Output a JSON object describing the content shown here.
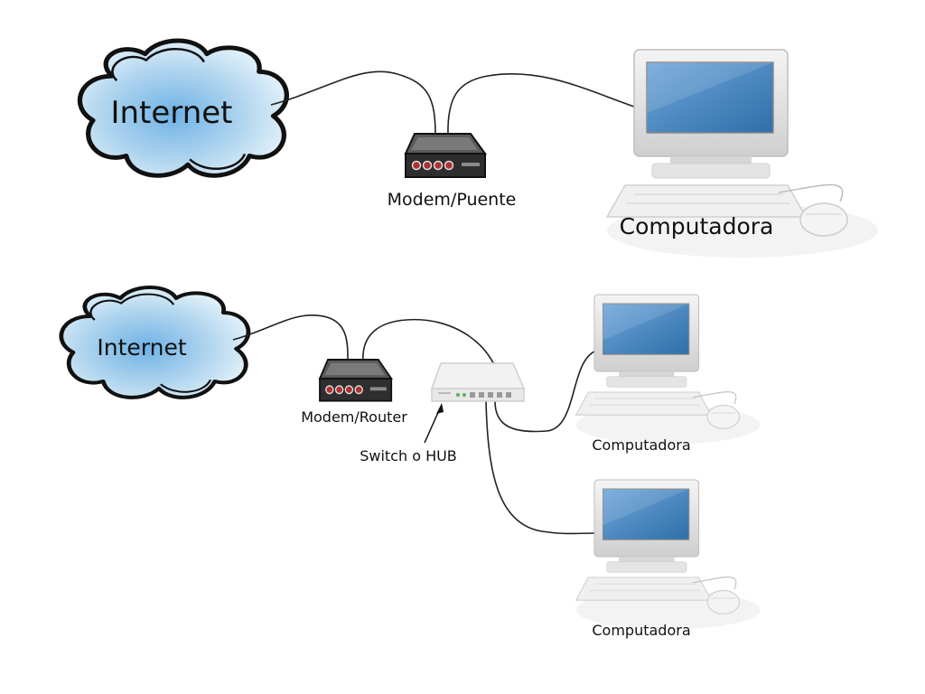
{
  "colors": {
    "cloud_fill": "#aed4ee",
    "cloud_highlight": "#e8f4fc",
    "modem_body": "#3a3a3a",
    "screen": "#4a88c6",
    "computer_case": "#e2e2e2"
  },
  "top": {
    "internet_label": "Internet",
    "modem_label": "Modem/Puente",
    "computer_label": "Computadora"
  },
  "bottom": {
    "internet_label": "Internet",
    "modem_label": "Modem/Router",
    "switch_label": "Switch o HUB",
    "computer1_label": "Computadora",
    "computer2_label": "Computadora"
  },
  "icons": [
    "cloud-icon",
    "modem-icon",
    "computer-icon",
    "switch-icon",
    "mouse-icon",
    "arrow-icon"
  ]
}
